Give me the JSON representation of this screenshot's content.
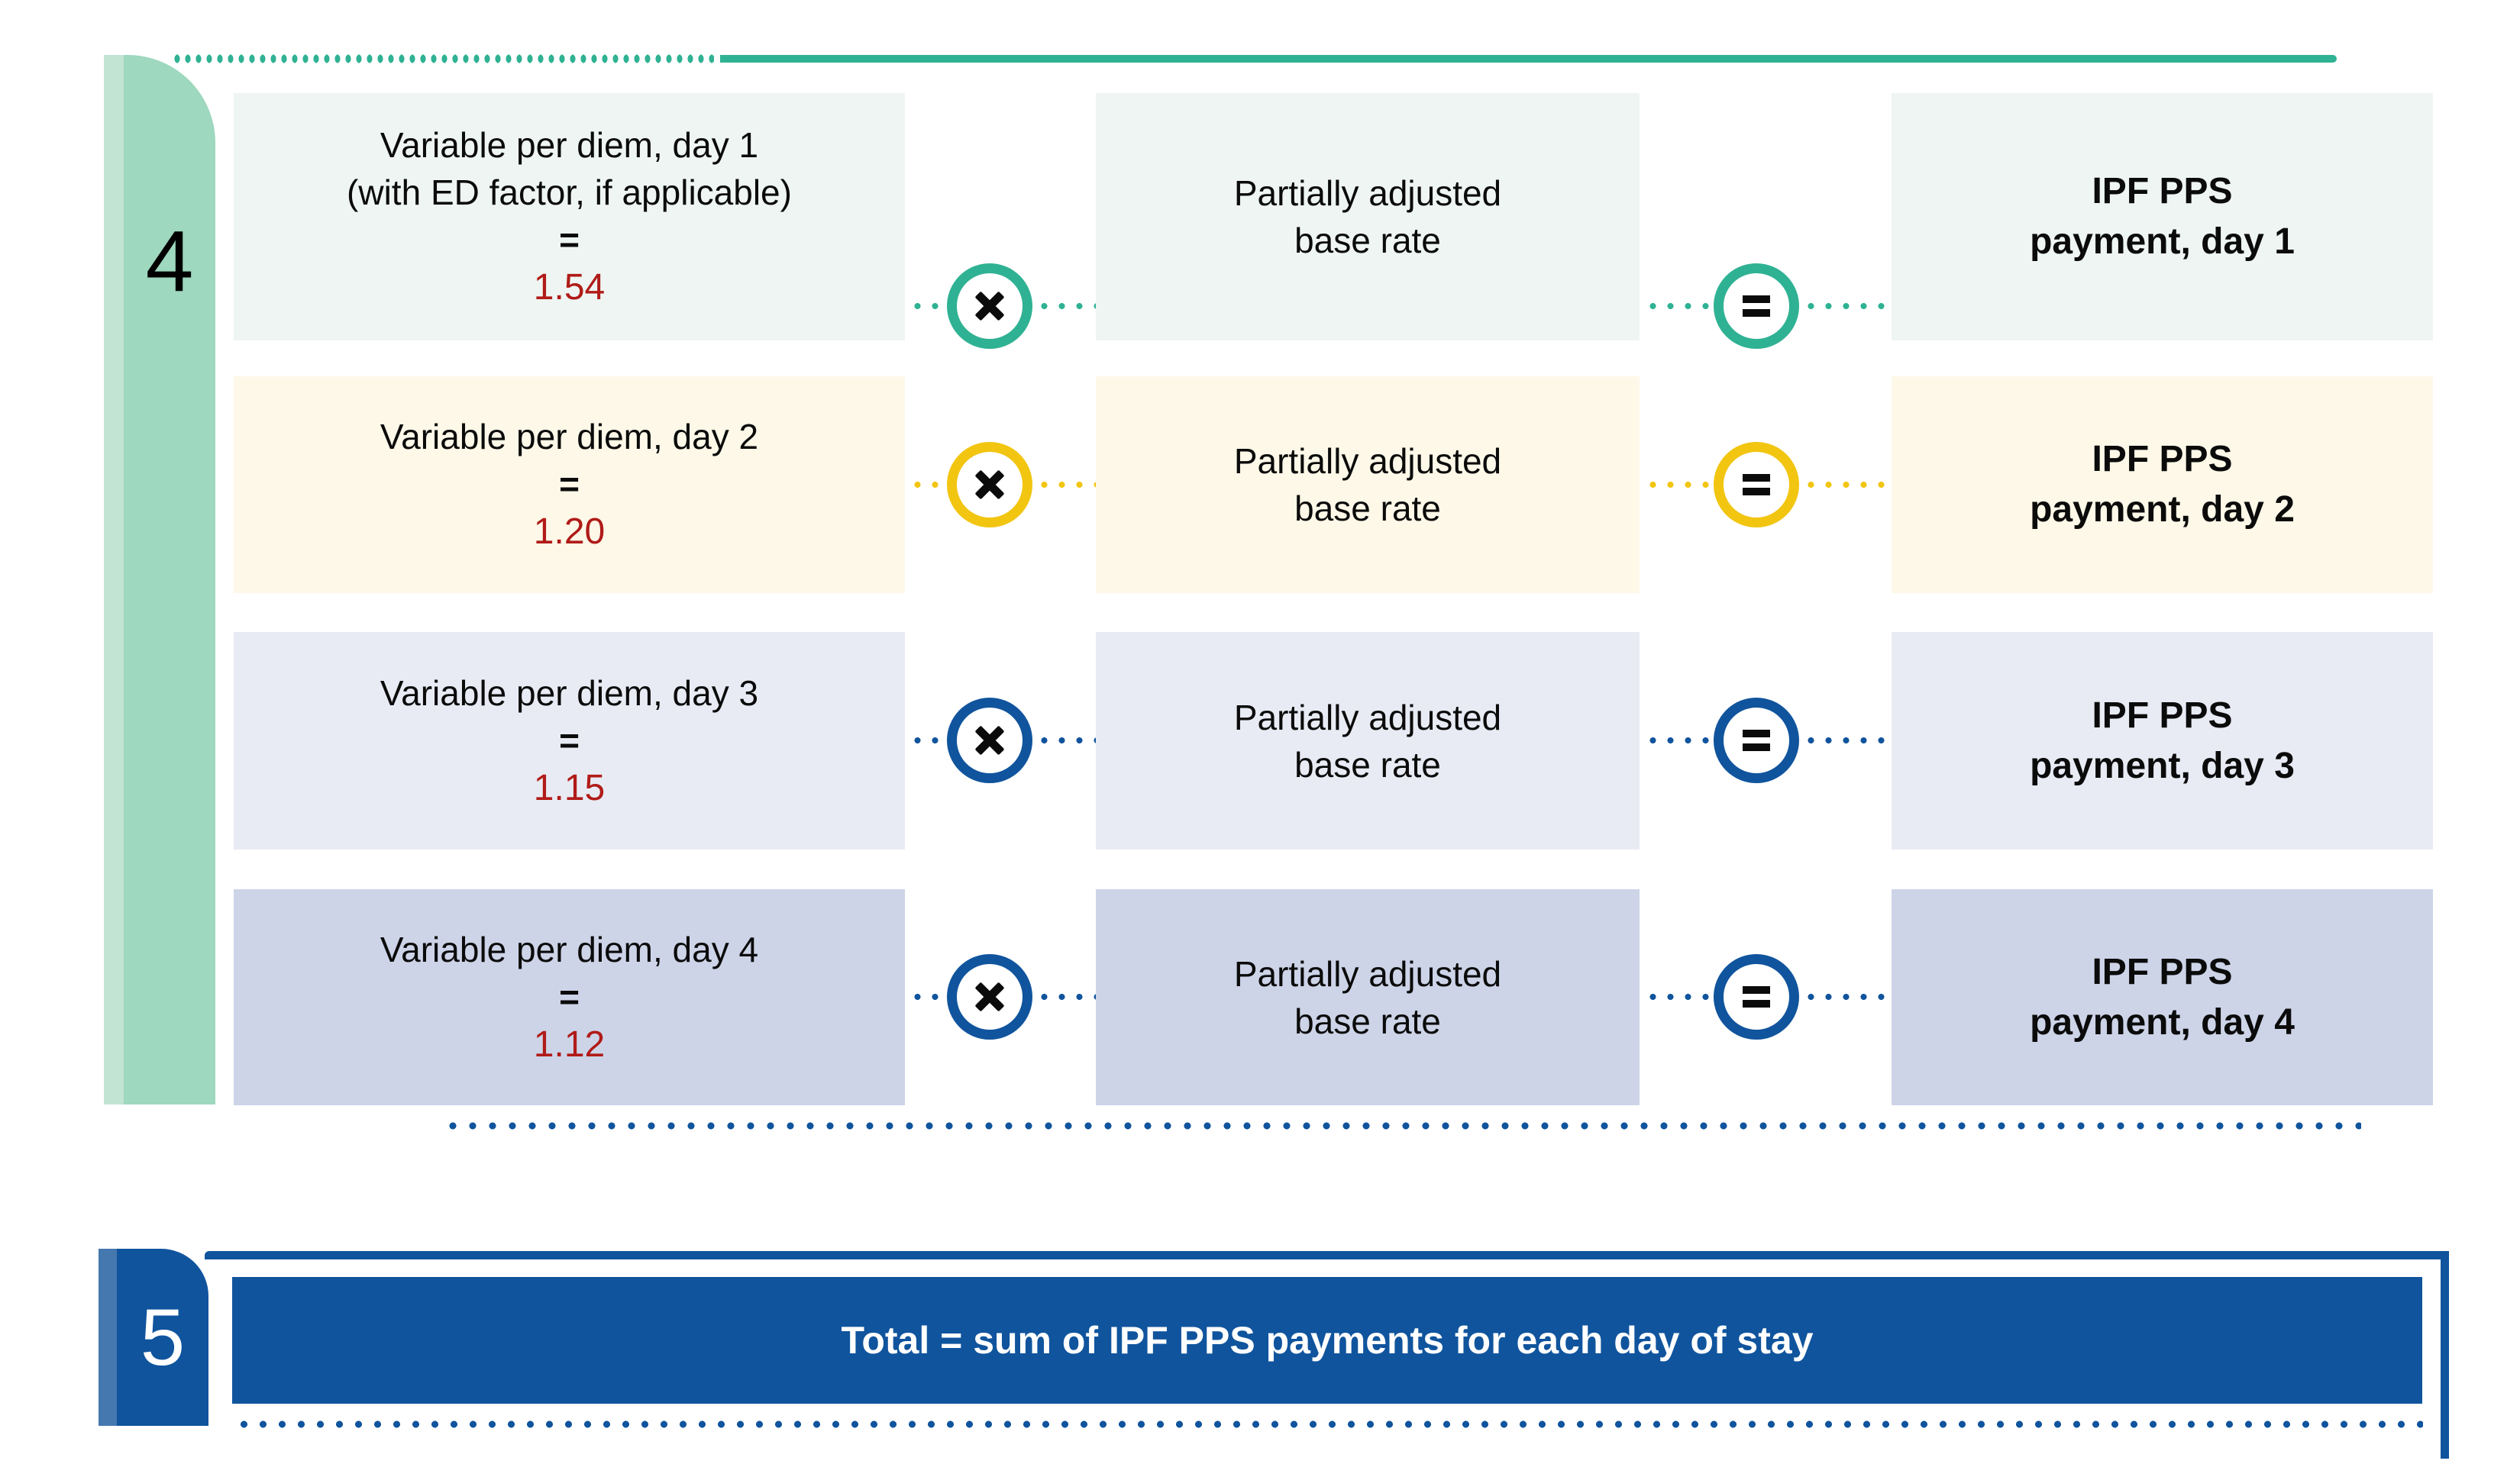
{
  "palette": {
    "teal": "#2FB293",
    "teal_tab": "#9ED8BE",
    "teal_tab_light": "#C2E4D3",
    "teal_box_bg": "#EEF5F2",
    "yellow": "#F2C511",
    "cream_box_bg": "#FDF8E8",
    "blue": "#10549D",
    "blue_tab_light": "#4478AF",
    "lavender_box_bg": "#E8EBF4",
    "periwinkle_box_bg": "#CDD4E8",
    "value_red": "#B01B18"
  },
  "section4": {
    "step_number": "4",
    "rows": [
      {
        "label_line1": "Variable per diem, day 1",
        "label_line2": "(with ED factor, if applicable)",
        "equals": "=",
        "value": "1.54",
        "middle_line1": "Partially adjusted",
        "middle_line2": "base rate",
        "result_line1": "IPF PPS",
        "result_line2": "payment, day 1"
      },
      {
        "label_line1": "Variable per diem, day 2",
        "equals": "=",
        "value": "1.20",
        "middle_line1": "Partially adjusted",
        "middle_line2": "base rate",
        "result_line1": "IPF PPS",
        "result_line2": "payment, day 2"
      },
      {
        "label_line1": "Variable per diem, day 3",
        "equals": "=",
        "value": "1.15",
        "middle_line1": "Partially adjusted",
        "middle_line2": "base rate",
        "result_line1": "IPF PPS",
        "result_line2": "payment, day 3"
      },
      {
        "label_line1": "Variable per diem, day 4",
        "equals": "=",
        "value": "1.12",
        "middle_line1": "Partially adjusted",
        "middle_line2": "base rate",
        "result_line1": "IPF PPS",
        "result_line2": "payment, day 4"
      }
    ]
  },
  "section5": {
    "step_number": "5",
    "total_label": "Total = sum of IPF PPS payments for each day of stay"
  }
}
